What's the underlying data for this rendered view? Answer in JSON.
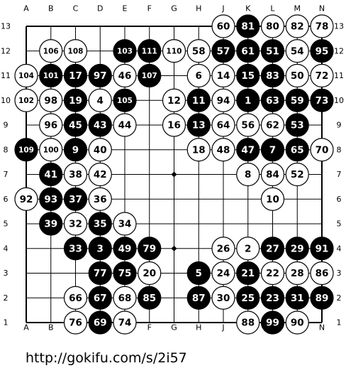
{
  "board": {
    "size": 13,
    "columns": [
      "A",
      "B",
      "C",
      "D",
      "E",
      "F",
      "G",
      "H",
      "J",
      "K",
      "L",
      "M",
      "N"
    ],
    "rows": [
      "13",
      "12",
      "11",
      "10",
      "9",
      "8",
      "7",
      "6",
      "5",
      "4",
      "3",
      "2",
      "1"
    ],
    "hoshi": [
      "G7",
      "G4"
    ],
    "stones": [
      {
        "pt": "J13",
        "c": "w",
        "n": "60"
      },
      {
        "pt": "K13",
        "c": "b",
        "n": "81"
      },
      {
        "pt": "L13",
        "c": "w",
        "n": "80"
      },
      {
        "pt": "M13",
        "c": "w",
        "n": "82"
      },
      {
        "pt": "N13",
        "c": "w",
        "n": "78"
      },
      {
        "pt": "B12",
        "c": "w",
        "n": "106"
      },
      {
        "pt": "C12",
        "c": "w",
        "n": "108"
      },
      {
        "pt": "E12",
        "c": "b",
        "n": "103"
      },
      {
        "pt": "F12",
        "c": "b",
        "n": "111"
      },
      {
        "pt": "G12",
        "c": "w",
        "n": "110"
      },
      {
        "pt": "H12",
        "c": "w",
        "n": "58"
      },
      {
        "pt": "J12",
        "c": "b",
        "n": "57"
      },
      {
        "pt": "K12",
        "c": "b",
        "n": "61"
      },
      {
        "pt": "L12",
        "c": "b",
        "n": "51"
      },
      {
        "pt": "M12",
        "c": "w",
        "n": "54"
      },
      {
        "pt": "N12",
        "c": "b",
        "n": "95"
      },
      {
        "pt": "A11",
        "c": "w",
        "n": "104"
      },
      {
        "pt": "B11",
        "c": "b",
        "n": "101"
      },
      {
        "pt": "C11",
        "c": "b",
        "n": "17"
      },
      {
        "pt": "D11",
        "c": "b",
        "n": "97"
      },
      {
        "pt": "E11",
        "c": "w",
        "n": "46"
      },
      {
        "pt": "F11",
        "c": "b",
        "n": "107"
      },
      {
        "pt": "H11",
        "c": "w",
        "n": "6"
      },
      {
        "pt": "J11",
        "c": "w",
        "n": "14"
      },
      {
        "pt": "K11",
        "c": "b",
        "n": "15"
      },
      {
        "pt": "L11",
        "c": "b",
        "n": "83"
      },
      {
        "pt": "M11",
        "c": "w",
        "n": "50"
      },
      {
        "pt": "N11",
        "c": "w",
        "n": "72"
      },
      {
        "pt": "A10",
        "c": "w",
        "n": "102"
      },
      {
        "pt": "B10",
        "c": "w",
        "n": "98"
      },
      {
        "pt": "C10",
        "c": "b",
        "n": "19"
      },
      {
        "pt": "D10",
        "c": "w",
        "n": "4"
      },
      {
        "pt": "E10",
        "c": "b",
        "n": "105"
      },
      {
        "pt": "G10",
        "c": "w",
        "n": "12"
      },
      {
        "pt": "H10",
        "c": "b",
        "n": "11"
      },
      {
        "pt": "J10",
        "c": "w",
        "n": "94"
      },
      {
        "pt": "K10",
        "c": "b",
        "n": "1"
      },
      {
        "pt": "L10",
        "c": "b",
        "n": "63"
      },
      {
        "pt": "M10",
        "c": "b",
        "n": "59"
      },
      {
        "pt": "N10",
        "c": "b",
        "n": "73"
      },
      {
        "pt": "B9",
        "c": "w",
        "n": "96"
      },
      {
        "pt": "C9",
        "c": "b",
        "n": "45"
      },
      {
        "pt": "D9",
        "c": "b",
        "n": "43"
      },
      {
        "pt": "E9",
        "c": "w",
        "n": "44"
      },
      {
        "pt": "G9",
        "c": "w",
        "n": "16"
      },
      {
        "pt": "H9",
        "c": "b",
        "n": "13"
      },
      {
        "pt": "J9",
        "c": "w",
        "n": "64"
      },
      {
        "pt": "K9",
        "c": "w",
        "n": "56"
      },
      {
        "pt": "L9",
        "c": "w",
        "n": "62"
      },
      {
        "pt": "M9",
        "c": "b",
        "n": "53"
      },
      {
        "pt": "A8",
        "c": "b",
        "n": "109"
      },
      {
        "pt": "B8",
        "c": "w",
        "n": "100"
      },
      {
        "pt": "C8",
        "c": "b",
        "n": "9"
      },
      {
        "pt": "D8",
        "c": "w",
        "n": "40"
      },
      {
        "pt": "H8",
        "c": "w",
        "n": "18"
      },
      {
        "pt": "J8",
        "c": "w",
        "n": "48"
      },
      {
        "pt": "K8",
        "c": "b",
        "n": "47"
      },
      {
        "pt": "L8",
        "c": "b",
        "n": "7"
      },
      {
        "pt": "M8",
        "c": "b",
        "n": "65"
      },
      {
        "pt": "N8",
        "c": "w",
        "n": "70"
      },
      {
        "pt": "B7",
        "c": "b",
        "n": "41"
      },
      {
        "pt": "C7",
        "c": "w",
        "n": "38"
      },
      {
        "pt": "D7",
        "c": "w",
        "n": "42"
      },
      {
        "pt": "K7",
        "c": "w",
        "n": "8"
      },
      {
        "pt": "L7",
        "c": "w",
        "n": "84"
      },
      {
        "pt": "M7",
        "c": "w",
        "n": "52"
      },
      {
        "pt": "A6",
        "c": "w",
        "n": "92"
      },
      {
        "pt": "B6",
        "c": "b",
        "n": "93"
      },
      {
        "pt": "C6",
        "c": "b",
        "n": "37"
      },
      {
        "pt": "D6",
        "c": "w",
        "n": "36"
      },
      {
        "pt": "L6",
        "c": "w",
        "n": "10"
      },
      {
        "pt": "B5",
        "c": "b",
        "n": "39"
      },
      {
        "pt": "C5",
        "c": "w",
        "n": "32"
      },
      {
        "pt": "D5",
        "c": "b",
        "n": "35"
      },
      {
        "pt": "E5",
        "c": "w",
        "n": "34"
      },
      {
        "pt": "C4",
        "c": "b",
        "n": "33"
      },
      {
        "pt": "D4",
        "c": "b",
        "n": "3"
      },
      {
        "pt": "E4",
        "c": "b",
        "n": "49"
      },
      {
        "pt": "F4",
        "c": "b",
        "n": "79"
      },
      {
        "pt": "J4",
        "c": "w",
        "n": "26"
      },
      {
        "pt": "K4",
        "c": "w",
        "n": "2"
      },
      {
        "pt": "L4",
        "c": "b",
        "n": "27"
      },
      {
        "pt": "M4",
        "c": "b",
        "n": "29"
      },
      {
        "pt": "N4",
        "c": "b",
        "n": "91"
      },
      {
        "pt": "D3",
        "c": "b",
        "n": "77"
      },
      {
        "pt": "E3",
        "c": "b",
        "n": "75"
      },
      {
        "pt": "F3",
        "c": "w",
        "n": "20"
      },
      {
        "pt": "H3",
        "c": "b",
        "n": "5"
      },
      {
        "pt": "J3",
        "c": "w",
        "n": "24"
      },
      {
        "pt": "K3",
        "c": "b",
        "n": "21"
      },
      {
        "pt": "L3",
        "c": "w",
        "n": "22"
      },
      {
        "pt": "M3",
        "c": "w",
        "n": "28"
      },
      {
        "pt": "N3",
        "c": "w",
        "n": "86"
      },
      {
        "pt": "C2",
        "c": "w",
        "n": "66"
      },
      {
        "pt": "D2",
        "c": "b",
        "n": "67"
      },
      {
        "pt": "E2",
        "c": "w",
        "n": "68"
      },
      {
        "pt": "F2",
        "c": "b",
        "n": "85"
      },
      {
        "pt": "H2",
        "c": "b",
        "n": "87"
      },
      {
        "pt": "J2",
        "c": "w",
        "n": "30"
      },
      {
        "pt": "K2",
        "c": "b",
        "n": "25"
      },
      {
        "pt": "L2",
        "c": "b",
        "n": "23"
      },
      {
        "pt": "M2",
        "c": "b",
        "n": "31"
      },
      {
        "pt": "N2",
        "c": "b",
        "n": "89"
      },
      {
        "pt": "C1",
        "c": "w",
        "n": "76"
      },
      {
        "pt": "D1",
        "c": "b",
        "n": "69"
      },
      {
        "pt": "E1",
        "c": "w",
        "n": "74"
      },
      {
        "pt": "K1",
        "c": "w",
        "n": "88"
      },
      {
        "pt": "L1",
        "c": "b",
        "n": "99"
      },
      {
        "pt": "M1",
        "c": "w",
        "n": "90"
      }
    ]
  },
  "colors": {
    "black_stone": "#000000",
    "white_stone": "#ffffff",
    "line": "#000000"
  },
  "footer": {
    "url": "http://gokifu.com/s/2i57"
  }
}
